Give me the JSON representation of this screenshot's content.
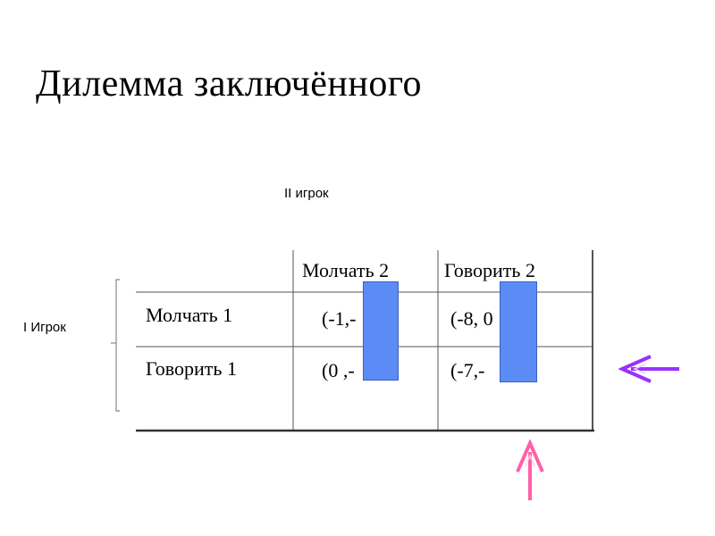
{
  "slide": {
    "title": "Дилемма заключённого",
    "player2_label": "II игрок",
    "player1_label": "I Игрок"
  },
  "matrix": {
    "col_headers": [
      "Молчать 2",
      "Говорить 2"
    ],
    "rows": [
      {
        "label": "Молчать 1",
        "cells": [
          "(-1,-",
          "(-8, 0"
        ]
      },
      {
        "label": "Говорить 1",
        "cells": [
          "(0 ,-",
          "(-7,-"
        ]
      }
    ]
  },
  "colors": {
    "bar_fill": "#5b8cf5",
    "arrow_left": "#9b30ff",
    "arrow_up": "#ff5fa8"
  },
  "icons": {
    "left_arrow": "arrow-left-icon",
    "up_arrow": "arrow-up-icon"
  }
}
